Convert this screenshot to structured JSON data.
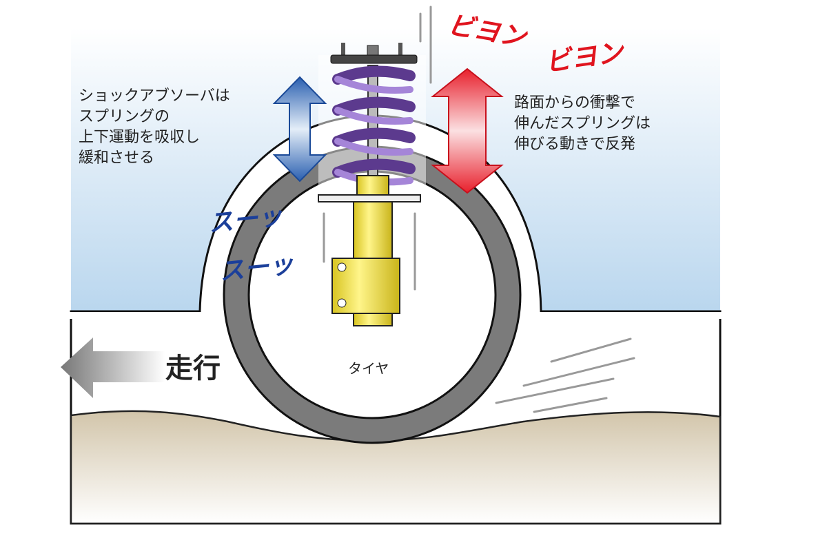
{
  "left_caption": [
    "ショックアブソーバは",
    "スプリングの",
    "上下運動を吸収し",
    "緩和させる"
  ],
  "right_caption": [
    "路面からの衝撃で",
    "伸んだスプリングは",
    "伸びる動きで反発"
  ],
  "sfx_rebound": [
    "ビヨン",
    "ビヨン"
  ],
  "sfx_damping": [
    "スーッ",
    "スーッ"
  ],
  "tire_label": "タイヤ",
  "travel_label": "走行",
  "colors": {
    "spring": "#7a4fb0",
    "shock_body": "#f2e24a",
    "rebound_arrow": "#e0202c",
    "damping_arrow": "#2a5fb0",
    "sky": "#c4ddf0",
    "ground": "#d6cbb3",
    "tire": "#7a7a7a"
  }
}
